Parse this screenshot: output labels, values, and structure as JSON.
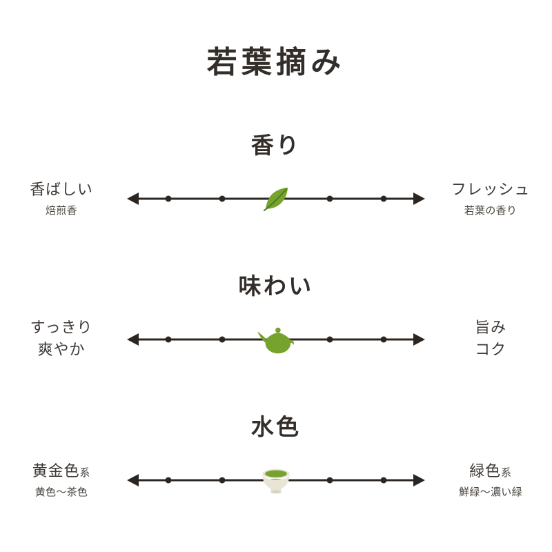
{
  "page_title": "若葉摘み",
  "colors": {
    "text": "#3f3a36",
    "heading": "#332e2a",
    "scale_line": "#2b2622",
    "leaf_green": "#76a32d",
    "leaf_vein": "#4e7a1e",
    "bowl_cream": "#e9e5d6",
    "bowl_shadow": "#d8d3bf"
  },
  "chart_data": [
    {
      "type": "scale",
      "title": "香り",
      "left": {
        "main": "香ばしい",
        "sub": "焙煎香"
      },
      "right": {
        "main": "フレッシュ",
        "sub": "若葉の香り"
      },
      "marker_icon": "tea-leaf-icon",
      "position_percent": 50,
      "range": [
        0,
        100
      ],
      "ticks_percent": [
        14,
        32,
        68,
        86
      ]
    },
    {
      "type": "scale",
      "title": "味わい",
      "left": {
        "line1": "すっきり",
        "line2": "爽やか"
      },
      "right": {
        "line1": "旨み",
        "line2": "コク"
      },
      "marker_icon": "teapot-icon",
      "position_percent": 50,
      "range": [
        0,
        100
      ],
      "ticks_percent": [
        14,
        32,
        68,
        86
      ]
    },
    {
      "type": "scale",
      "title": "水色",
      "left": {
        "main": "黄金色",
        "suffix": "系",
        "sub": "黄色〜茶色"
      },
      "right": {
        "main": "緑色",
        "suffix": "系",
        "sub": "鮮緑〜濃い緑"
      },
      "marker_icon": "tea-bowl-icon",
      "position_percent": 50,
      "range": [
        0,
        100
      ],
      "ticks_percent": [
        14,
        32,
        68,
        86
      ]
    }
  ]
}
